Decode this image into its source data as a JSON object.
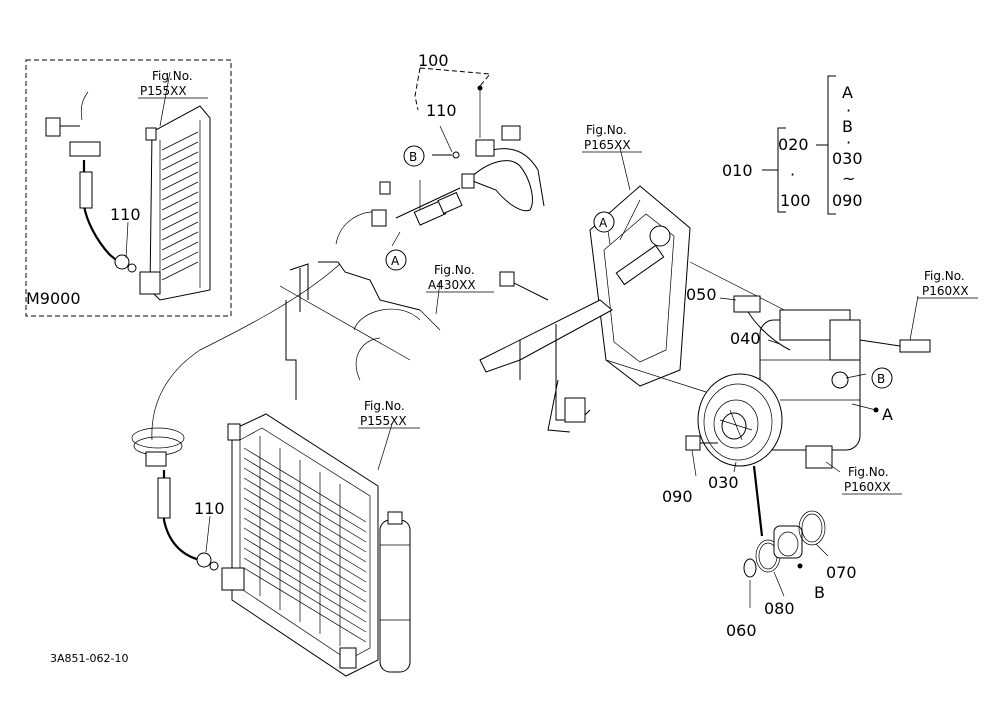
{
  "figure_code": "3A851-062-10",
  "inset_model": "M9000",
  "fig_refs": {
    "inset_p155": [
      "Fig.No.",
      "P155XX"
    ],
    "main_p155": [
      "Fig.No.",
      "P155XX"
    ],
    "a430": [
      "Fig.No.",
      "A430XX"
    ],
    "p165": [
      "Fig.No.",
      "P165XX"
    ],
    "p160_top": [
      "Fig.No.",
      "P160XX"
    ],
    "p160_bottom": [
      "Fig.No.",
      "P160XX"
    ]
  },
  "part_numbers": {
    "p100_top": "100",
    "p110_top": "110",
    "p110_inset": "110",
    "p110_main": "110",
    "p050": "050",
    "p040": "040",
    "p090": "090",
    "p030": "030",
    "p060": "060",
    "p080": "080",
    "p070": "070"
  },
  "legend": {
    "p010": "010",
    "p020": "020",
    "dot": "·",
    "p100": "100",
    "A": "A",
    "B": "B",
    "p030": "030",
    "tilde": "~",
    "p090": "090"
  },
  "markers": {
    "circle_b_top": "B",
    "circle_a_hose": "A",
    "circle_a_bracket": "A",
    "circle_b_comp": "B",
    "letter_a_comp": "A",
    "letter_b_bearing": "B"
  }
}
